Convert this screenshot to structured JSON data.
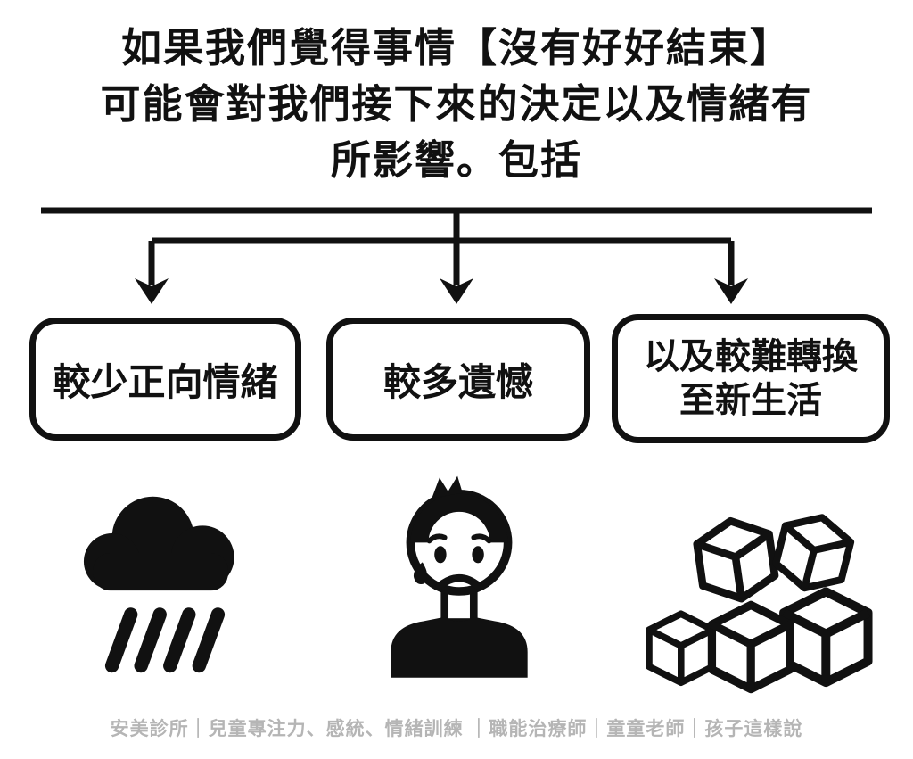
{
  "title": {
    "line1": "如果我們覺得事情【沒有好好結束】",
    "line2": "可能會對我們接下來的決定以及情緒有",
    "line3": "所影響。包括"
  },
  "boxes": [
    {
      "label": "較少正向情緒",
      "icon": "rain-cloud-icon"
    },
    {
      "label": "較多遺憾",
      "icon": "sad-person-icon"
    },
    {
      "label": "以及較難轉換\n至新生活",
      "icon": "stacked-boxes-icon"
    }
  ],
  "footer": {
    "text": "安美診所｜兒童專注力、感統、情緒訓練 ｜職能治療師｜童童老師｜孩子這樣說"
  },
  "colors": {
    "ink": "#111111",
    "background": "#ffffff",
    "footer_text": "#b5b5b5"
  }
}
